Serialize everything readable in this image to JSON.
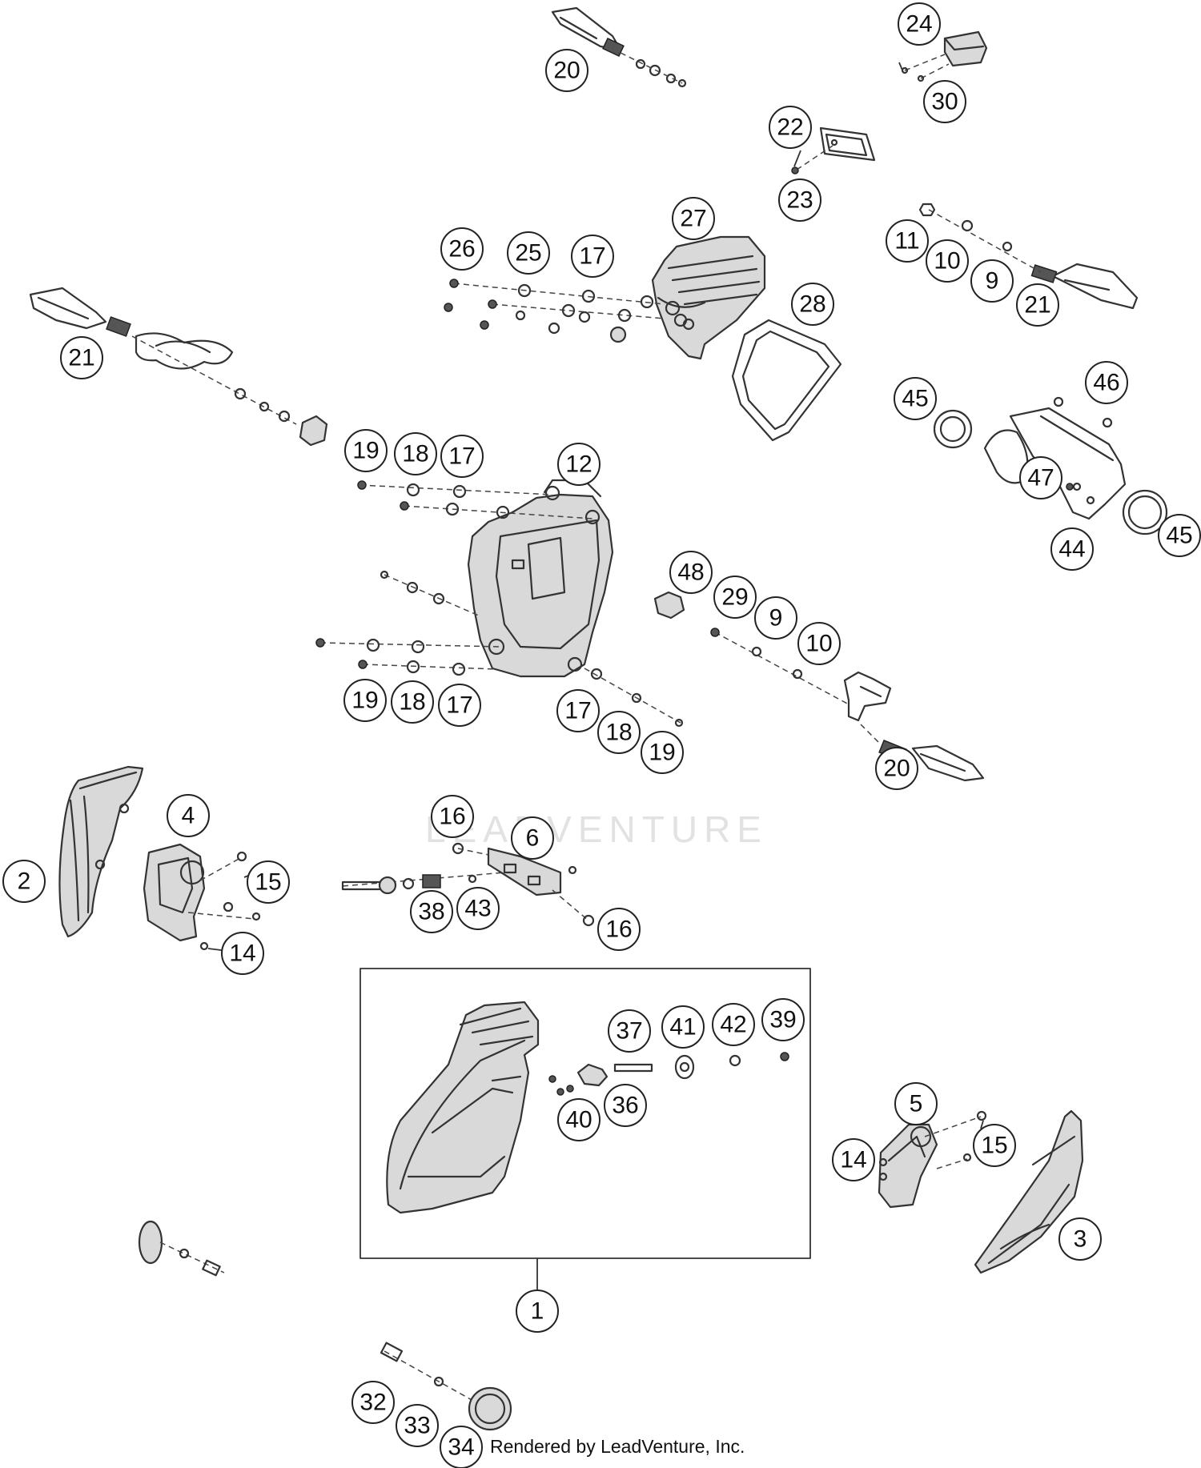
{
  "watermark": "LEADVENTURE",
  "credit": "Rendered by LeadVenture, Inc.",
  "callouts": [
    "20",
    "24",
    "30",
    "22",
    "23",
    "27",
    "26",
    "25",
    "17",
    "28",
    "11",
    "10",
    "9",
    "21",
    "21",
    "45",
    "46",
    "47",
    "44",
    "45",
    "19",
    "18",
    "17",
    "12",
    "48",
    "29",
    "9",
    "10",
    "19",
    "18",
    "17",
    "17",
    "18",
    "19",
    "20",
    "2",
    "4",
    "15",
    "14",
    "16",
    "6",
    "16",
    "38",
    "43",
    "37",
    "41",
    "42",
    "39",
    "36",
    "40",
    "5",
    "15",
    "14",
    "3",
    "1",
    "32",
    "33",
    "34"
  ]
}
